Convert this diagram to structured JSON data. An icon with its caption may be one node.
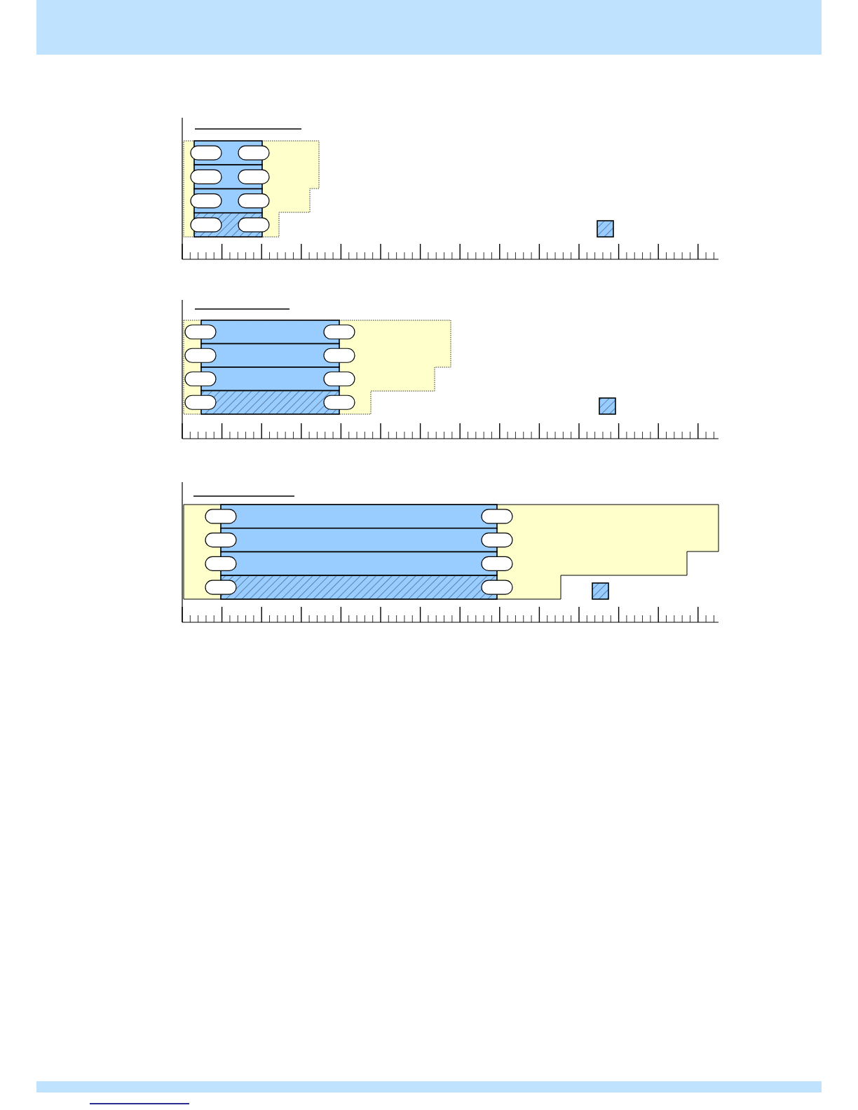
{
  "diagram": {
    "nodes": [
      {
        "text": [],
        "shape": "band"
      },
      {
        "text": [],
        "shape": "bar",
        "in": 0
      },
      {
        "text": [],
        "shape": "bar",
        "in": 0
      },
      {
        "text": [],
        "shape": "bar",
        "in": 0
      },
      {
        "text": [],
        "shape": "bar",
        "in": 0
      },
      {
        "text": [],
        "shape": "oval",
        "in": 0
      },
      {
        "text": [],
        "shape": "oval",
        "in": 0
      },
      {
        "text": [],
        "shape": "oval",
        "in": 0
      },
      {
        "text": [],
        "shape": "oval",
        "in": 0
      },
      {
        "text": [],
        "shape": "oval",
        "in": 0
      },
      {
        "text": [],
        "shape": "oval",
        "in": 0
      },
      {
        "text": [],
        "shape": "oval",
        "in": 0
      },
      {
        "text": [],
        "shape": "oval",
        "in": 0
      },
      {
        "text": [],
        "shape": "box"
      },
      {
        "text": [],
        "shape": "band"
      },
      {
        "text": [],
        "shape": "bar",
        "in": 14
      },
      {
        "text": [],
        "shape": "bar",
        "in": 14
      },
      {
        "text": [],
        "shape": "bar",
        "in": 14
      },
      {
        "text": [],
        "shape": "bar",
        "in": 14
      },
      {
        "text": [],
        "shape": "oval",
        "in": 14
      },
      {
        "text": [],
        "shape": "oval",
        "in": 14
      },
      {
        "text": [],
        "shape": "oval",
        "in": 14
      },
      {
        "text": [],
        "shape": "oval",
        "in": 14
      },
      {
        "text": [],
        "shape": "oval",
        "in": 14
      },
      {
        "text": [],
        "shape": "oval",
        "in": 14
      },
      {
        "text": [],
        "shape": "oval",
        "in": 14
      },
      {
        "text": [],
        "shape": "oval",
        "in": 14
      },
      {
        "text": [],
        "shape": "box"
      },
      {
        "text": [],
        "shape": "band"
      },
      {
        "text": [],
        "shape": "bar",
        "in": 28
      },
      {
        "text": [],
        "shape": "bar",
        "in": 28
      },
      {
        "text": [],
        "shape": "bar",
        "in": 28
      },
      {
        "text": [],
        "shape": "bar",
        "in": 28
      },
      {
        "text": [],
        "shape": "oval",
        "in": 28
      },
      {
        "text": [],
        "shape": "oval",
        "in": 28
      },
      {
        "text": [],
        "shape": "oval",
        "in": 28
      },
      {
        "text": [],
        "shape": "oval",
        "in": 28
      },
      {
        "text": [],
        "shape": "oval",
        "in": 28
      },
      {
        "text": [],
        "shape": "oval",
        "in": 28
      },
      {
        "text": [],
        "shape": "oval",
        "in": 28
      },
      {
        "text": [],
        "shape": "oval",
        "in": 28
      },
      {
        "text": [],
        "shape": "box",
        "in": 28
      }
    ]
  }
}
